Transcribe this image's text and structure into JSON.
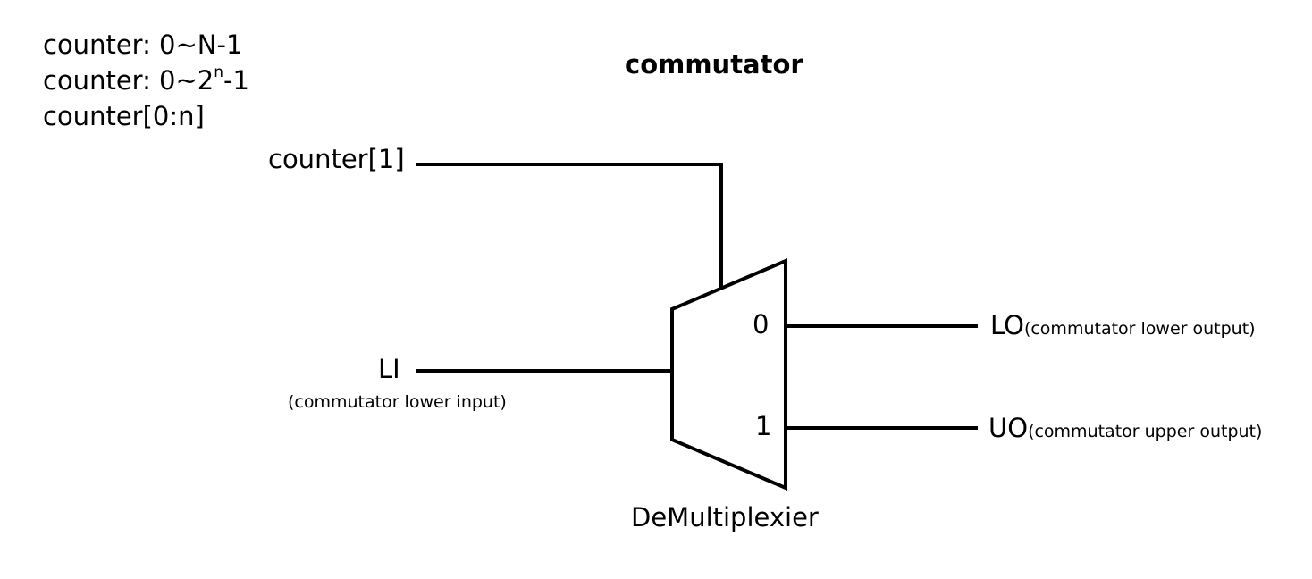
{
  "notes": {
    "line1": "counter: 0~N-1",
    "line2_prefix": "counter: 0~2",
    "line2_sup": "n",
    "line2_suffix": "-1",
    "line3": "counter[0:n]"
  },
  "title": "commutator",
  "inputs": {
    "select_label": "counter[1]",
    "data_label": "LI",
    "data_description": "(commutator lower input)"
  },
  "demux": {
    "label": "DeMultiplexier",
    "port0": "0",
    "port1": "1"
  },
  "outputs": {
    "lower_label": "LO",
    "lower_description": "(commutator lower output)",
    "upper_label": "UO",
    "upper_description": "(commutator upper output)"
  },
  "colors": {
    "stroke": "#000000",
    "background": "#ffffff"
  }
}
